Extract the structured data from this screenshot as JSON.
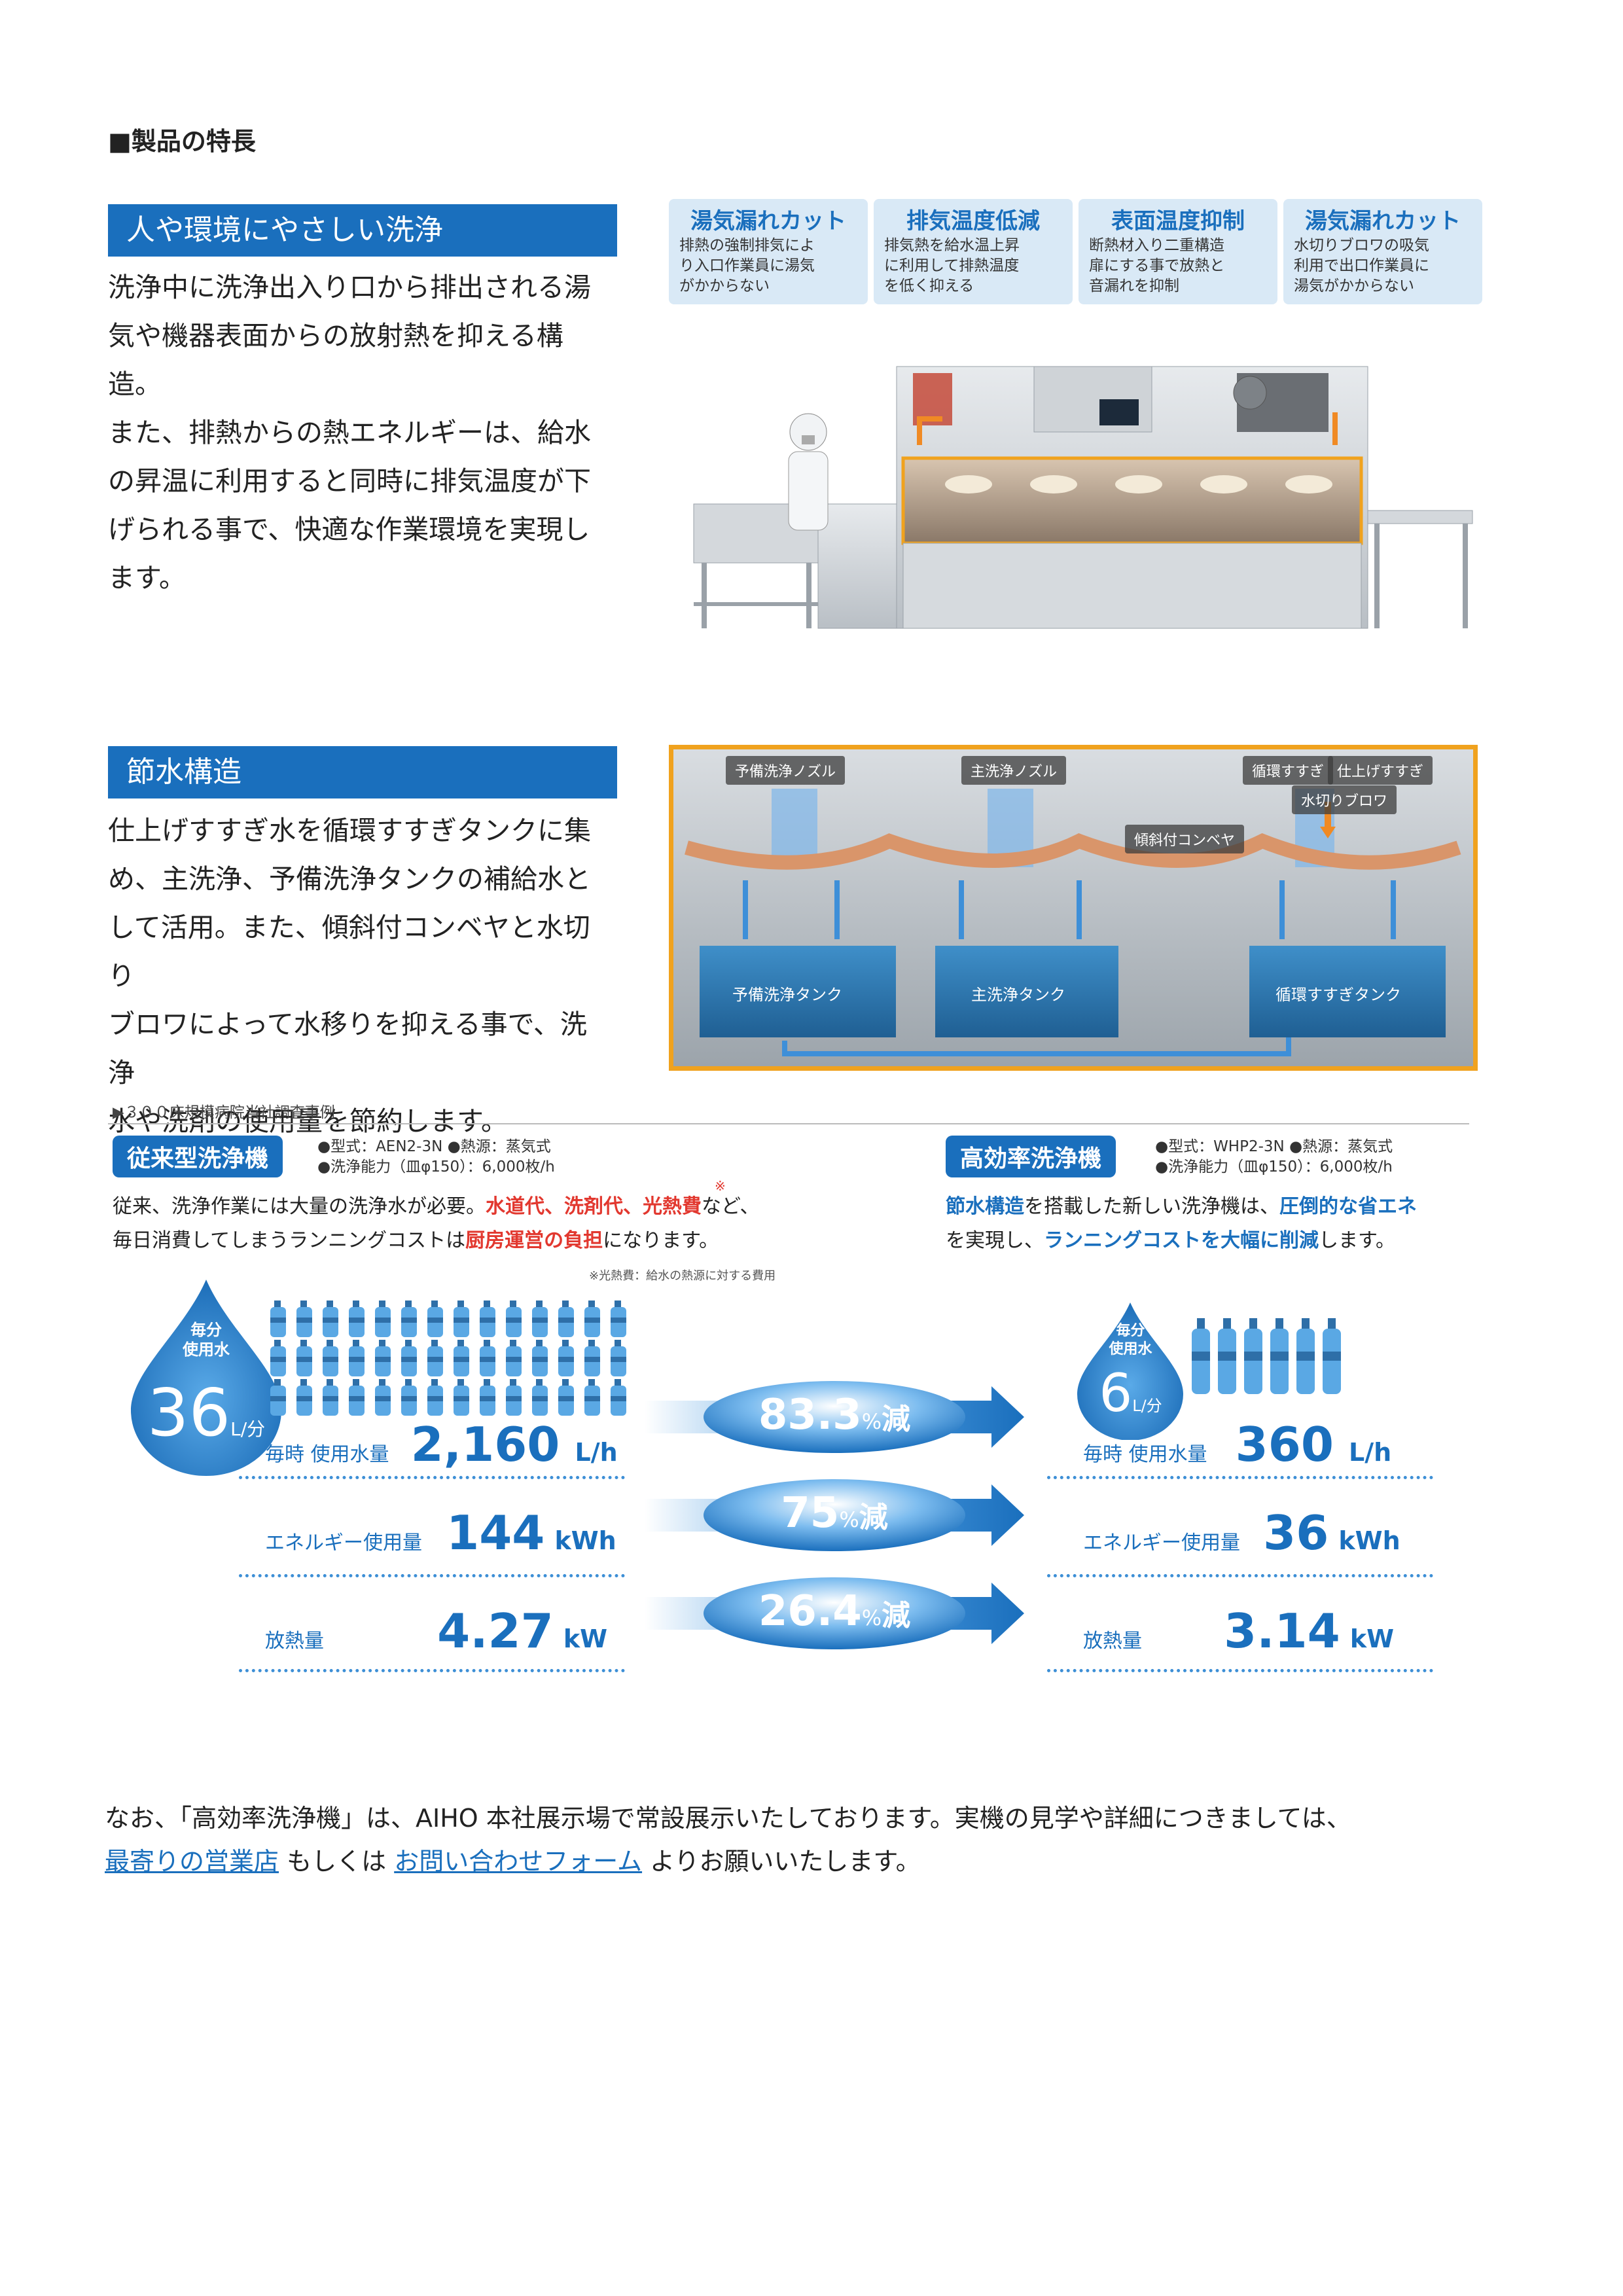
{
  "heading": "■製品の特長",
  "section1": {
    "title": "人や環境にやさしい洗浄",
    "lines": [
      "洗浄中に洗浄出入り口から排出される湯",
      "気や機器表面からの放射熱を抑える構造。",
      "また、排熱からの熱エネルギーは、給水",
      "の昇温に利用すると同時に排気温度が下",
      "げられる事で、快適な作業環境を実現し",
      "ます。"
    ],
    "callouts": [
      {
        "title": "湯気漏れカット",
        "lines": [
          "排熱の強制排気によ",
          "り入口作業員に湯気",
          "がかからない"
        ]
      },
      {
        "title": "排気温度低減",
        "lines": [
          "排気熱を給水温上昇",
          "に利用して排熱温度",
          "を低く抑える"
        ]
      },
      {
        "title": "表面温度抑制",
        "lines": [
          "断熱材入り二重構造",
          "扉にする事で放熱と",
          "音漏れを抑制"
        ]
      },
      {
        "title": "湯気漏れカット",
        "lines": [
          "水切りブロワの吸気",
          "利用で出口作業員に",
          "湯気がかからない"
        ]
      }
    ]
  },
  "section2": {
    "title": "節水構造",
    "lines": [
      "仕上げすすぎ水を循環すすぎタンクに集",
      "め、主洗浄、予備洗浄タンクの補給水と",
      "して活用。また、傾斜付コンベヤと水切り",
      "ブロワによって水移りを抑える事で、洗浄",
      "水や洗剤の使用量を節約します。"
    ],
    "diagram_labels": {
      "pre_nozzle": "予備洗浄ノズル",
      "main_nozzle": "主洗浄ノズル",
      "circ_rinse": "循環すすぎ",
      "final_rinse": "仕上げすすぎ",
      "blower": "水切りブロワ",
      "conveyor": "傾斜付コンベヤ",
      "pre_tank": "予備洗浄タンク",
      "main_tank": "主洗浄タンク",
      "circ_tank": "循環すすぎタンク"
    }
  },
  "comparison": {
    "caption": "▶３００床規模病院当社調査事例",
    "old": {
      "badge": "従来型洗浄機",
      "spec1": "●型式：AEN2-3N ●熱源：蒸気式",
      "spec2": "●洗浄能力（皿φ150）：6,000枚/h",
      "desc1_a": "従来、洗浄作業には大量の洗浄水が必要。",
      "desc1_red": "水道代、洗剤代、光熱費",
      "desc1_b": "など、",
      "desc2_a": "毎日消費してしまうランニングコストは",
      "desc2_red": "厨房運営の負担",
      "desc2_b": "になります。",
      "mark": "※",
      "note": "※光熱費：給水の熱源に対する費用",
      "drop_top1": "毎分",
      "drop_top2": "使用水",
      "drop_num": "36",
      "drop_unit": "L/分",
      "water_label": "毎時 使用水量",
      "water_num": "2,160",
      "water_unit": "L/h",
      "energy_label": "エネルギー使用量",
      "energy_num": "144",
      "energy_unit": "kWh",
      "heat_label": "放熱量",
      "heat_num": "4.27",
      "heat_unit": "kW"
    },
    "new": {
      "badge": "高効率洗浄機",
      "spec1": "●型式：WHP2-3N ●熱源：蒸気式",
      "spec2": "●洗浄能力（皿φ150）：6,000枚/h",
      "desc1_blue": "節水構造",
      "desc1_a": "を搭載した新しい洗浄機は、",
      "desc1_blue2": "圧倒的な省エネ",
      "desc2_a": "を実現し、",
      "desc2_blue": "ランニングコストを大幅に削減",
      "desc2_b": "します。",
      "drop_top1": "毎分",
      "drop_top2": "使用水",
      "drop_num": "6",
      "drop_unit": "L/分",
      "water_label": "毎時 使用水量",
      "water_num": "360",
      "water_unit": "L/h",
      "energy_label": "エネルギー使用量",
      "energy_num": "36",
      "energy_unit": "kWh",
      "heat_label": "放熱量",
      "heat_num": "3.14",
      "heat_unit": "kW"
    },
    "reductions": [
      {
        "num": "83.3",
        "pct": "%",
        "word": "減"
      },
      {
        "num": "75",
        "pct": "%",
        "word": "減"
      },
      {
        "num": "26.4",
        "pct": "%",
        "word": "減"
      }
    ]
  },
  "footer": {
    "line1": "なお、「高効率洗浄機」は、AIHO 本社展示場で常設展示いたしております。実機の見学や詳細につきましては、",
    "link1": "最寄りの営業店",
    "mid": " もしくは ",
    "link2": "お問い合わせフォーム",
    "tail": " よりお願いいたします。"
  },
  "colors": {
    "accent": "#1a6fbd",
    "red": "#e2382f",
    "frame": "#f0a21e"
  }
}
